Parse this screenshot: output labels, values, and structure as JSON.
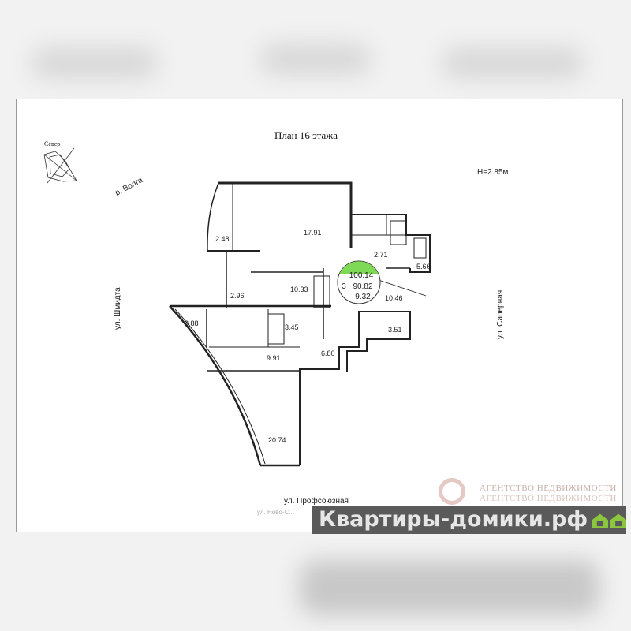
{
  "title": "План 16 этажа",
  "compass_label": "Север",
  "ceiling_height": "H=2.85м",
  "streets": {
    "river": "р. Волга",
    "west": "ул. Шмидта",
    "east": "ул. Саперная",
    "south": "ул. Профсоюзная",
    "south2": "ул. Ново-С..."
  },
  "apartment": {
    "rooms": "3",
    "total_area": "100.14",
    "living_area": "90.82",
    "extra_area": "9.32",
    "highlight_color": "#7ed957"
  },
  "room_areas": [
    "17.91",
    "2.48",
    "2.71",
    "5.66",
    "2.96",
    "10.33",
    "10.46",
    "3.88",
    "3.45",
    "3.51",
    "9.91",
    "6.80",
    "20.74"
  ],
  "watermark": {
    "site": "Квартиры-домики.рф",
    "agency": "АГЕНТСТВО НЕДВИЖИМОСТИ",
    "house_color": "#8cc63f"
  }
}
